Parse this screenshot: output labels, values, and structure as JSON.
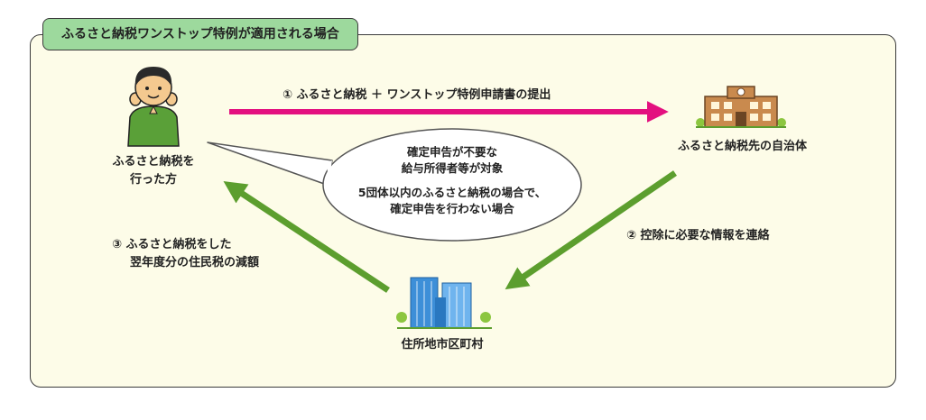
{
  "title": "ふるさと納税ワンストップ特例が適用される場合",
  "person": {
    "label_line1": "ふるさと納税を",
    "label_line2": "行った方",
    "icon": "person-icon"
  },
  "municipality": {
    "label": "ふるさと納税先の自治体",
    "icon": "town-hall-icon"
  },
  "residence": {
    "label": "住所地市区町村",
    "icon": "office-building-icon"
  },
  "steps": {
    "step1": "① ふるさと納税 ＋ ワンストップ特例申請書の提出",
    "step2": "② 控除に必要な情報を連絡",
    "step3_line1": "③ ふるさと納税をした",
    "step3_line2": "翌年度分の住民税の減額"
  },
  "bubble": {
    "line1": "確定申告が不要な",
    "line2": "給与所得者等が対象",
    "line3": "5団体以内のふるさと納税の場合で、",
    "line4": "確定申告を行わない場合"
  },
  "colors": {
    "panel_bg": "#fdfce8",
    "tab_bg": "#9dd99d",
    "arrow_pink": "#e3107f",
    "arrow_green": "#5c9e2e"
  }
}
